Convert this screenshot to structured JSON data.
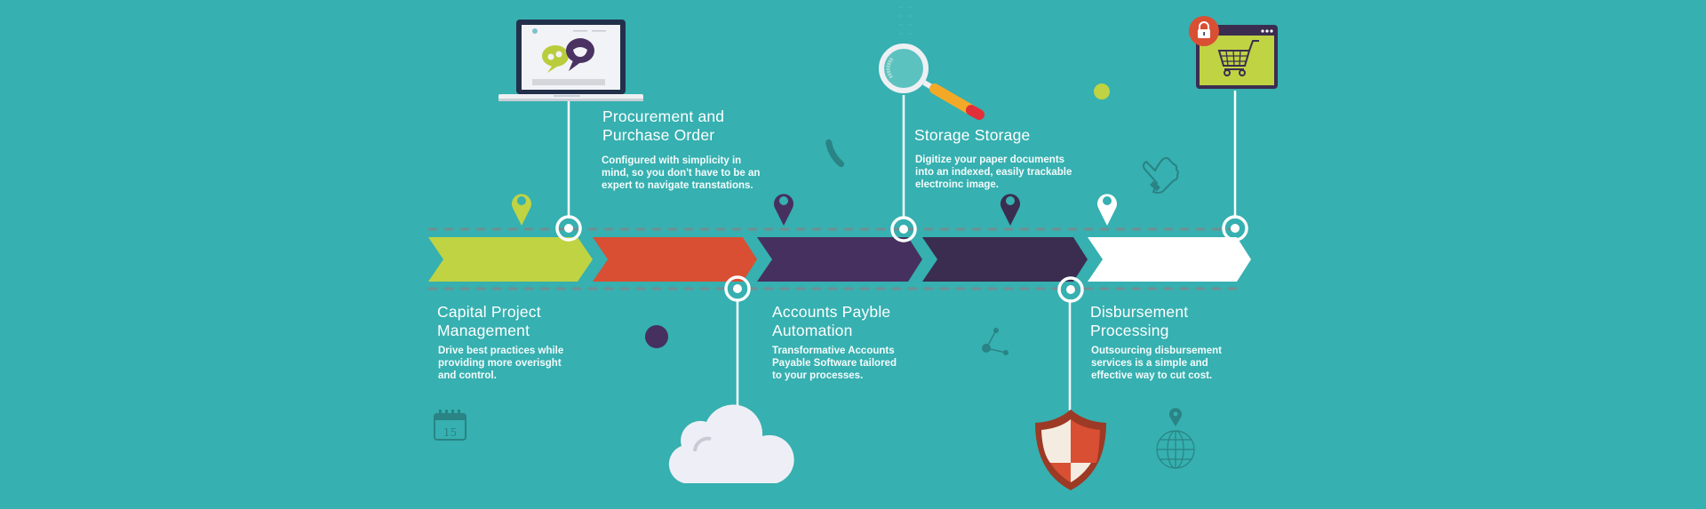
{
  "colors": {
    "background": "#36b0b0",
    "lime": "#c0d343",
    "red": "#d94f33",
    "purple": "#46305f",
    "dark_purple": "#3a2d50",
    "white": "#ffffff",
    "dashed_line": "#6f8f93",
    "decor_dark_teal": "#2a8384"
  },
  "timeline": {
    "steps": [
      {
        "id": "capital-project",
        "color": "#c0d343",
        "title_line1": "Capital Project",
        "title_line2": "Management",
        "desc_line1": "Drive best practices while",
        "desc_line2": "providing more overisght",
        "desc_line3": "and control.",
        "icon": "calendar-icon",
        "calendar_day": "15"
      },
      {
        "id": "procurement",
        "color": "#d94f33",
        "title_line1": "Procurement and",
        "title_line2": "Purchase Order",
        "desc_line1": "Configured with simplicity in",
        "desc_line2": "mind, so you don't have to be an",
        "desc_line3": "expert to navigate transtations.",
        "icon": "laptop-chat-icon"
      },
      {
        "id": "accounts-payable",
        "color": "#46305f",
        "title_line1": "Accounts Payble",
        "title_line2": "Automation",
        "desc_line1": "Transformative  Accounts",
        "desc_line2": "Payable Software tailored",
        "desc_line3": "to your processes.",
        "icon": "cloud-icon"
      },
      {
        "id": "storage",
        "color": "#3a2d50",
        "title_line1": "Storage Storage",
        "title_line2": "",
        "desc_line1": "Digitize your paper documents",
        "desc_line2": "into an indexed, easily trackable",
        "desc_line3": "electroinc image.",
        "icon": "magnifier-icon"
      },
      {
        "id": "disbursement",
        "color": "#ffffff",
        "title_line1": "Disbursement",
        "title_line2": "Processing",
        "desc_line1": "Outsourcing disbursement",
        "desc_line2": "services is a simple and",
        "desc_line3": "effective way to cut cost.",
        "icon": "shield-icon"
      }
    ],
    "final_icon": "shopping-cart-window-icon"
  }
}
